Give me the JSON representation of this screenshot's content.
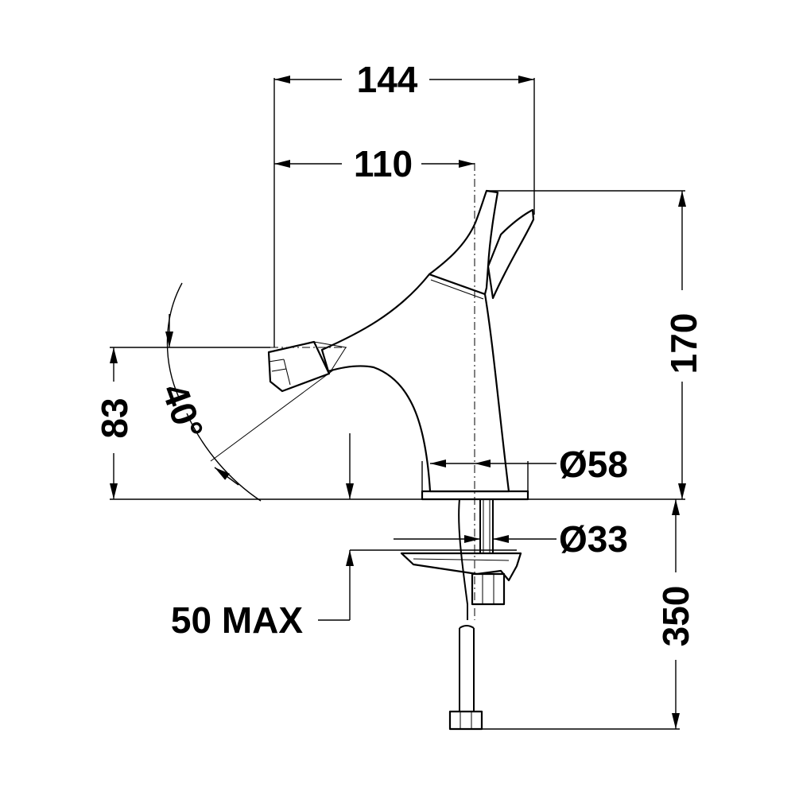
{
  "dimensions": {
    "width_overall": "144",
    "reach": "110",
    "height": "170",
    "spout_height": "83",
    "spray_angle": "40°",
    "base_diameter": "Ø58",
    "hole_diameter": "Ø33",
    "hose_length": "350",
    "counter_thickness": "50 MAX"
  }
}
